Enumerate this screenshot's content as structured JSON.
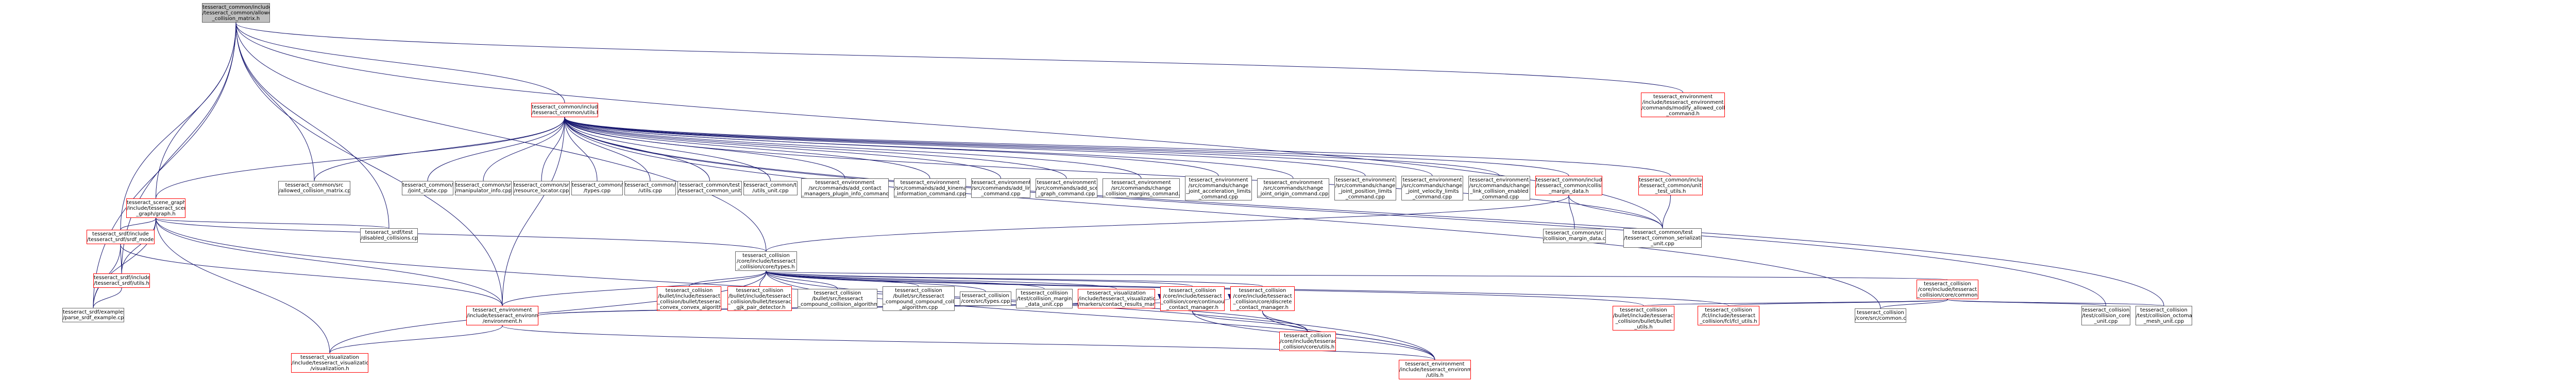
{
  "nodes": {
    "root": {
      "label": "tesseract_common/include\n/tesseract_common/allowed\n_collision_matrix.h",
      "color": "gray"
    },
    "manip": {
      "label": "tesseract_environment\n/include/tesseract_environment\n/commands/modify_allowed_collisions\n_command.h",
      "color": "red"
    },
    "utils": {
      "label": "tesseract_common/include\n/tesseract_common/utils.h",
      "color": "red"
    },
    "sg": {
      "label": "tesseract_scene_graph\n/include/tesseract_scene\n_graph/graph.h",
      "color": "red"
    },
    "srdfm": {
      "label": "tesseract_srdf/include\n/tesseract_srdf/srdf_model.h",
      "color": "red"
    },
    "srdfu": {
      "label": "tesseract_srdf/include\n/tesseract_srdf/utils.h",
      "color": "red"
    },
    "ex": {
      "label": "tesseract_srdf/examples\n/parse_srdf_example.cpp",
      "color": "black"
    },
    "ct": {
      "label": "tesseract_collision\n/core/include/tesseract\n_collision/core/types.h",
      "color": "black"
    },
    "dis": {
      "label": "tesseract_srdf/test\n/disabled_collisions.cpp",
      "color": "black"
    },
    "acm": {
      "label": "tesseract_common/src\n/allowed_collision_matrix.cpp",
      "color": "black"
    },
    "js": {
      "label": "tesseract_common/src\n/joint_state.cpp",
      "color": "black"
    },
    "mi": {
      "label": "tesseract_common/src\n/manipulator_info.cpp",
      "color": "black"
    },
    "rl": {
      "label": "tesseract_common/src\n/resource_locator.cpp",
      "color": "black"
    },
    "ty": {
      "label": "tesseract_common/src\n/types.cpp",
      "color": "black"
    },
    "ut": {
      "label": "tesseract_common/src\n/utils.cpp",
      "color": "black"
    },
    "tcu": {
      "label": "tesseract_common/test\n/tesseract_common_unit.cpp",
      "color": "black"
    },
    "uu": {
      "label": "tesseract_common/test\n/utils_unit.cpp",
      "color": "black"
    },
    "c1": {
      "label": "tesseract_environment\n/src/commands/add_contact\n_managers_plugin_info_command.cpp",
      "color": "black"
    },
    "c2": {
      "label": "tesseract_environment\n/src/commands/add_kinematics\n_information_command.cpp",
      "color": "black"
    },
    "c3": {
      "label": "tesseract_environment\n/src/commands/add_link\n_command.cpp",
      "color": "black"
    },
    "c4": {
      "label": "tesseract_environment\n/src/commands/add_scene\n_graph_command.cpp",
      "color": "black"
    },
    "c5": {
      "label": "tesseract_environment\n/src/commands/change\n_collision_margins_command.cpp",
      "color": "black"
    },
    "c6": {
      "label": "tesseract_environment\n/src/commands/change\n_joint_acceleration_limits\n_command.cpp",
      "color": "black"
    },
    "c7": {
      "label": "tesseract_environment\n/src/commands/change\n_joint_origin_command.cpp",
      "color": "black"
    },
    "c8": {
      "label": "tesseract_environment\n/src/commands/change\n_joint_position_limits\n_command.cpp",
      "color": "black"
    },
    "c9": {
      "label": "tesseract_environment\n/src/commands/change\n_joint_velocity_limits\n_command.cpp",
      "color": "black"
    },
    "c10": {
      "label": "tesseract_environment\n/src/commands/change\n_link_collision_enabled\n_command.cpp",
      "color": "black"
    },
    "md": {
      "label": "tesseract_common/include\n/tesseract_common/collision\n_margin_data.h",
      "color": "red"
    },
    "uth": {
      "label": "tesseract_common/include\n/tesseract_common/unit\n_test_utils.h",
      "color": "red"
    },
    "cmd": {
      "label": "tesseract_common/src\n/collision_margin_data.cpp",
      "color": "black"
    },
    "tsu": {
      "label": "tesseract_common/test\n/tesseract_common_serialization\n_unit.cpp",
      "color": "black"
    },
    "b1": {
      "label": "tesseract_collision\n/bullet/include/tesseract\n_collision/bullet/tesseract\n_convex_convex_algorithm.h",
      "color": "red"
    },
    "b2": {
      "label": "tesseract_collision\n/bullet/include/tesseract\n_collision/bullet/tesseract\n_gjk_pair_detector.h",
      "color": "red"
    },
    "b3": {
      "label": "tesseract_collision\n/bullet/src/tesseract\n_compound_collision_algorithm.cpp",
      "color": "black"
    },
    "b4": {
      "label": "tesseract_collision\n/bullet/src/tesseract\n_compound_compound_collision\n_algorithm.cpp",
      "color": "black"
    },
    "b5": {
      "label": "tesseract_collision\n/core/src/types.cpp",
      "color": "black"
    },
    "b6": {
      "label": "tesseract_collision\n/test/collision_margin\n_data_unit.cpp",
      "color": "black"
    },
    "v1": {
      "label": "tesseract_visualization\n/include/tesseract_visualization\n/markers/contact_results_marker.h",
      "color": "red"
    },
    "ccm": {
      "label": "tesseract_collision\n/core/include/tesseract\n_collision/core/continuous\n_contact_manager.h",
      "color": "red"
    },
    "dcm": {
      "label": "tesseract_collision\n/core/include/tesseract\n_collision/core/discrete\n_contact_manager.h",
      "color": "red"
    },
    "env": {
      "label": "tesseract_environment\n/include/tesseract_environment\n/environment.h",
      "color": "red"
    },
    "cu": {
      "label": "tesseract_collision\n/core/include/tesseract\n_collision/core/utils.h",
      "color": "red"
    },
    "bu": {
      "label": "tesseract_collision\n/bullet/include/tesseract\n_collision/bullet/bullet\n_utils.h",
      "color": "red"
    },
    "vis": {
      "label": "tesseract_visualization\n/include/tesseract_visualization\n/visualization.h",
      "color": "red"
    },
    "eu": {
      "label": "tesseract_environment\n/include/tesseract_environment\n/utils.h",
      "color": "red"
    },
    "cc": {
      "label": "tesseract_collision\n/core/include/tesseract\n_collision/core/common.h",
      "color": "red"
    },
    "fcl": {
      "label": "tesseract_collision\n/fcl/include/tesseract\n_collision/fcl/fcl_utils.h",
      "color": "red"
    },
    "ccpp": {
      "label": "tesseract_collision\n/core/src/common.cpp",
      "color": "black"
    },
    "tcore": {
      "label": "tesseract_collision\n/test/collision_core\n_unit.cpp",
      "color": "black"
    },
    "toct": {
      "label": "tesseract_collision\n/test/collision_octomap\n_mesh_unit.cpp",
      "color": "black"
    }
  },
  "colors": {
    "red_border": "#ff0000",
    "black_border": "#666666",
    "root_fill": "#bfbfbf",
    "edge": "#191970"
  }
}
